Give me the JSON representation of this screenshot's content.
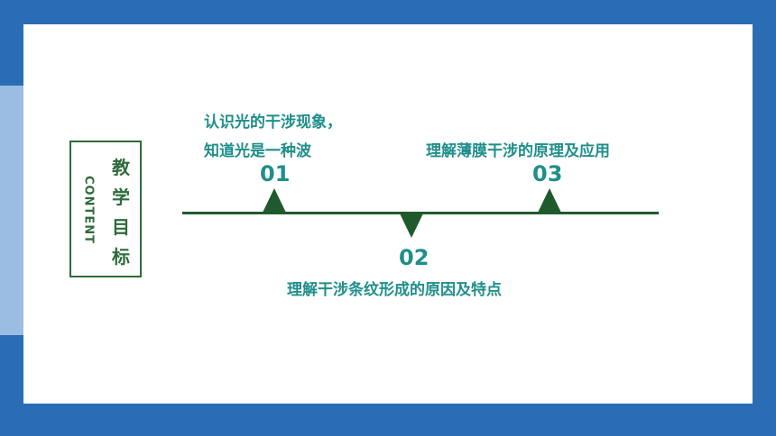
{
  "sidebar_box": {
    "content_label": "CONTENT",
    "goal_chars": [
      "教",
      "学",
      "目",
      "标"
    ]
  },
  "items": [
    {
      "number": "01",
      "lines": [
        "认识光的干涉现象，",
        "知道光是一种波"
      ]
    },
    {
      "number": "02",
      "lines": [
        "理解干涉条纹形成的原因及特点"
      ]
    },
    {
      "number": "03",
      "lines": [
        "理解薄膜干涉的原理及应用"
      ]
    }
  ],
  "colors": {
    "frame": "#2a6db4",
    "accent_bar": "#9cbde3",
    "timeline": "#1f5a2d",
    "text_teal": "#1f8f8a",
    "box_border": "#2e6b3a"
  }
}
